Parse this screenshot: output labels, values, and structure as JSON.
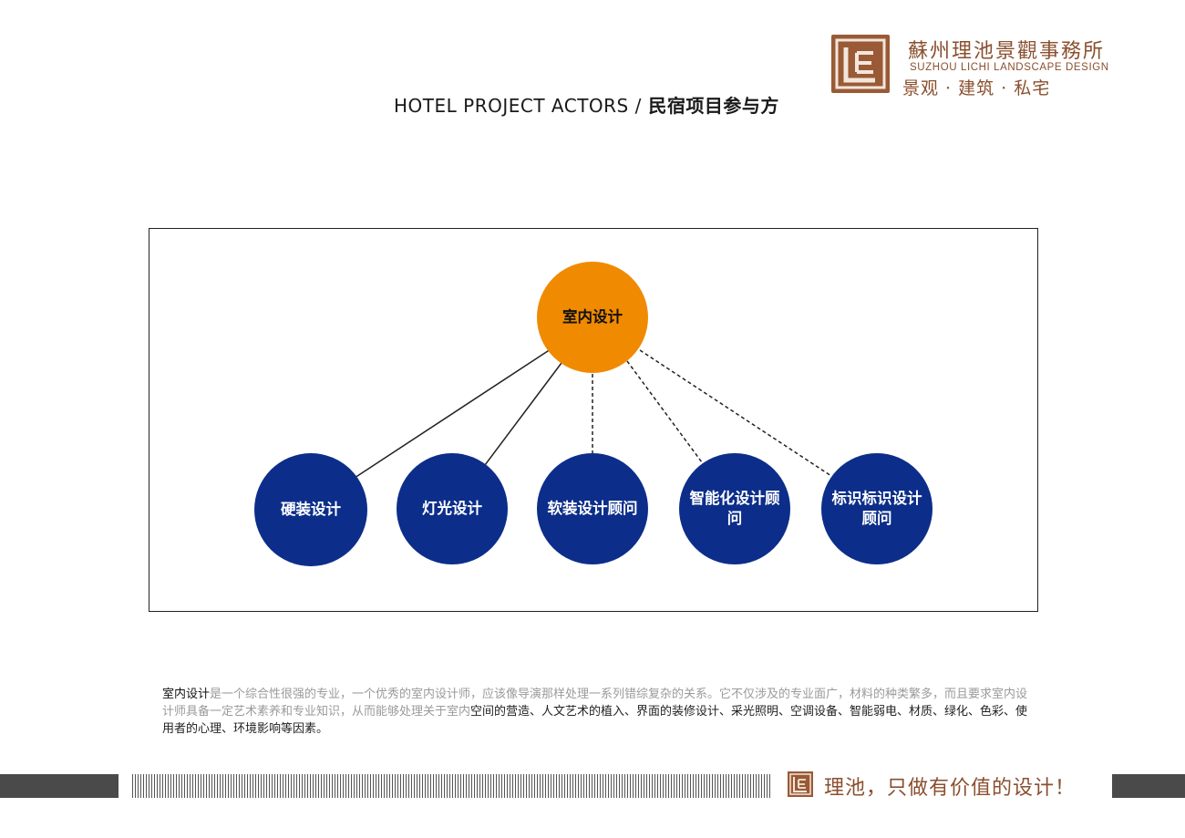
{
  "header": {
    "logo_cn": "蘇州理池景觀事務所",
    "logo_en": "SUZHOU LICHI LANDSCAPE DESIGN",
    "logo_tagline": "景观 · 建筑 · 私宅",
    "logo_icon": "lichi-logo-mark"
  },
  "title": {
    "en": "HOTEL PROJECT ACTORS /",
    "cn": " 民宿项目参与方"
  },
  "diagram": {
    "root": {
      "label": "室内设计",
      "color": "#f08a00"
    },
    "children": [
      {
        "label": "硬装设计",
        "link": "solid"
      },
      {
        "label": "灯光设计",
        "link": "solid"
      },
      {
        "label": "软装设计顾问",
        "link": "dashed"
      },
      {
        "label": "智能化设计顾问",
        "link": "dashed"
      },
      {
        "label": "标识标识设计顾问",
        "link": "dashed"
      }
    ],
    "child_color": "#0c2e8a"
  },
  "description": {
    "lead": "室内设计",
    "middle": "是一个综合性很强的专业，一个优秀的室内设计师，应该像导演那样处理一系列错综复杂的关系。它不仅涉及的专业面广，材料的种类繁多，而且要求室内设计师具备一定艺术素养和专业知识，从而能够处理关于室内",
    "tail": "空间的营造、人文艺术的植入、界面的装修设计、采光照明、空调设备、智能弱电、材质、绿化、色彩、使用者的心理、环境影响等因素。"
  },
  "footer": {
    "slogan": "理池，只做有价值的设计！",
    "brand_color": "#8a4f2e"
  }
}
